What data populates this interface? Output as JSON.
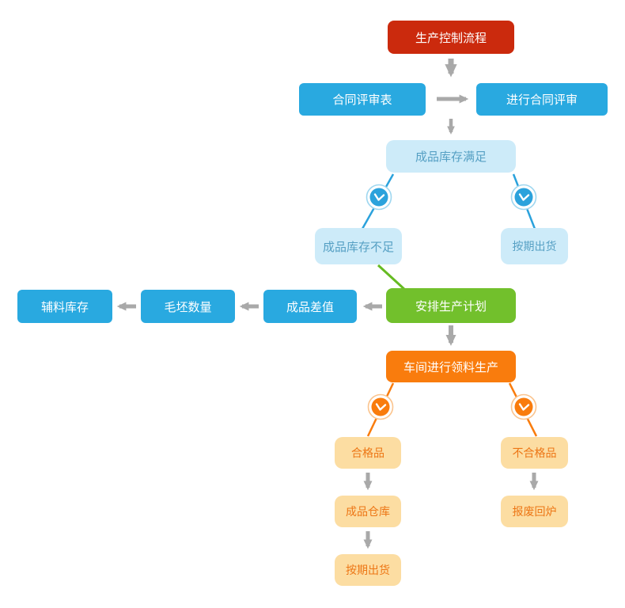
{
  "flowchart": {
    "title": "生产控制流程",
    "nodes": {
      "production_control": "生产控制流程",
      "contract_form": "合同评审表",
      "contract_review": "进行合同评审",
      "stock_sufficient": "成品库存满足",
      "stock_insufficient": "成品库存不足",
      "ship_on_time_top": "按期出货",
      "aux_stock": "辅料库存",
      "blank_qty": "毛坯数量",
      "product_diff": "成品差值",
      "production_plan": "安排生产计划",
      "workshop_production": "车间进行领料生产",
      "qualified": "合格品",
      "unqualified": "不合格品",
      "product_warehouse": "成品仓库",
      "scrap_remelt": "报废回炉",
      "ship_on_time_bottom": "按期出货"
    },
    "icons": {
      "left_branch_top": "clock-icon",
      "right_branch_top": "clock-icon",
      "left_branch_bottom": "clock-icon",
      "right_branch_bottom": "clock-icon"
    },
    "colors": {
      "red": "#cb2a0d",
      "blue": "#29a9e0",
      "light_blue_fill": "#cdebf9",
      "light_blue_text": "#56a0c4",
      "green": "#72c02c",
      "green_line": "#66bb22",
      "orange": "#f97c0d",
      "light_orange_fill": "#fcdda2",
      "orange_text": "#ed7615",
      "arrow_gray": "#a9a9a9"
    }
  }
}
